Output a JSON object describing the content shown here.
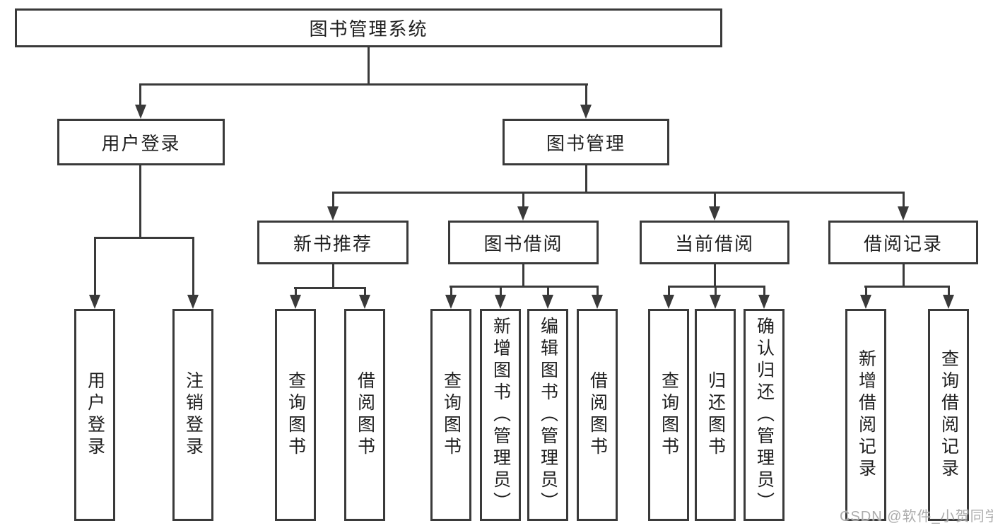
{
  "diagram": {
    "root": "图书管理系统",
    "user_branch": {
      "label": "用户登录",
      "children": [
        {
          "label": "用户登录"
        },
        {
          "label": "注销登录"
        }
      ]
    },
    "book_branch": {
      "label": "图书管理",
      "groups": [
        {
          "label": "新书推荐",
          "children": [
            {
              "label": "查询图书"
            },
            {
              "label": "借阅图书"
            }
          ]
        },
        {
          "label": "图书借阅",
          "children": [
            {
              "label": "查询图书"
            },
            {
              "label": "新增图书（管理员）"
            },
            {
              "label": "编辑图书（管理员）"
            },
            {
              "label": "借阅图书"
            }
          ]
        },
        {
          "label": "当前借阅",
          "children": [
            {
              "label": "查询图书"
            },
            {
              "label": "归还图书"
            },
            {
              "label": "确认归还（管理员）"
            }
          ]
        },
        {
          "label": "借阅记录",
          "children": [
            {
              "label": "新增借阅记录"
            },
            {
              "label": "查询借阅记录"
            }
          ]
        }
      ]
    },
    "watermark": "CSDN @软件_小贺同学"
  },
  "colors": {
    "line": "#3a3a3a",
    "text": "#1f1f1f",
    "watermark": "#a5a5a5",
    "background": "#ffffff"
  }
}
